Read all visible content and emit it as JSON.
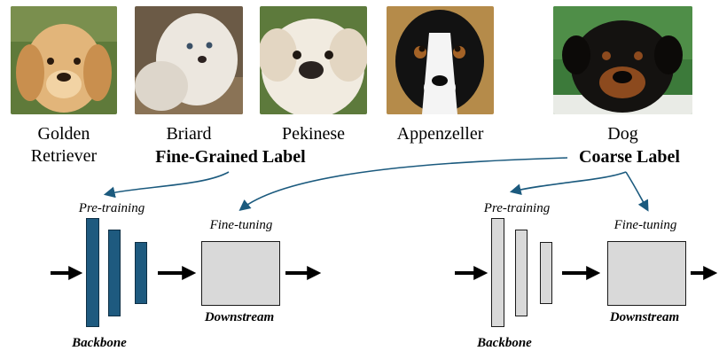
{
  "images": [
    {
      "label_lines": [
        "Golden",
        "Retriever"
      ],
      "alt": "golden retriever puppy"
    },
    {
      "label_lines": [
        "Briard"
      ],
      "alt": "long-haired white dog"
    },
    {
      "label_lines": [
        "Pekinese"
      ],
      "alt": "white fluffy dog"
    },
    {
      "label_lines": [
        "Appenzeller"
      ],
      "alt": "black and white dog"
    },
    {
      "label_lines": [
        "Dog"
      ],
      "alt": "rottweiler"
    }
  ],
  "labels": {
    "fine_grained": "Fine-Grained Label",
    "coarse": "Coarse Label"
  },
  "pipelines": [
    {
      "pretraining": "Pre-training",
      "finetuning": "Fine-tuning",
      "backbone": "Backbone",
      "downstream": "Downstream"
    },
    {
      "pretraining": "Pre-training",
      "finetuning": "Fine-tuning",
      "backbone": "Backbone",
      "downstream": "Downstream"
    }
  ],
  "colors": {
    "accent": "#1b5a7e",
    "backbone_fill_active": "#1e5a7f",
    "backbone_fill_inactive": "#d9d9d9",
    "arrow": "#1b5a7e"
  }
}
